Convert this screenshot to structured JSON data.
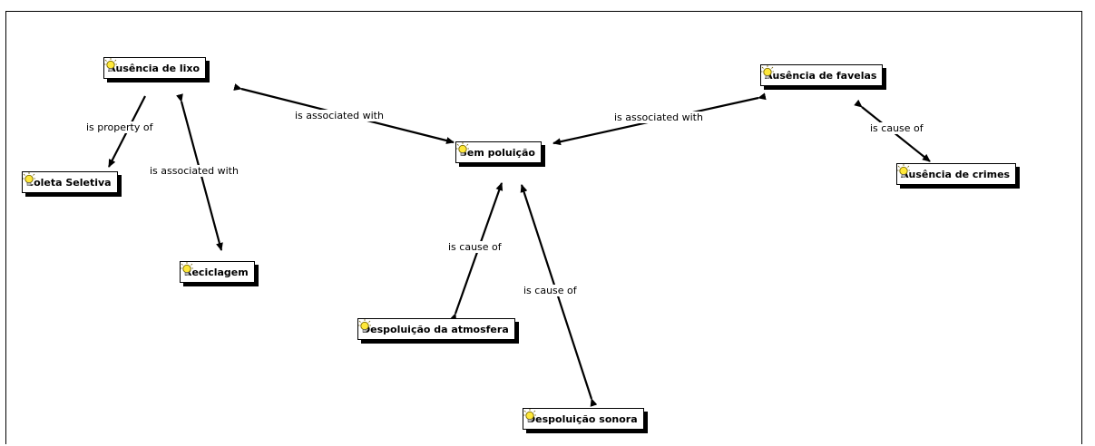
{
  "concepts": {
    "sem_poluicao": "Sem poluição",
    "ausencia_lixo": "Ausência de lixo",
    "ausencia_favelas": "Ausência de favelas",
    "coleta_seletiva": "Coleta Seletiva",
    "reciclagem": "Reciclagem",
    "ausencia_crimes": "Ausência de crimes",
    "despoluicao_atmosfera": "Despoluição da atmosfera",
    "despoluicao_sonora": "Despoluição sonora"
  },
  "links": {
    "lixo_sem": "is associated with",
    "favelas_sem": "is associated with",
    "lixo_coleta": "is property of",
    "lixo_reciclagem": "is associated with",
    "favelas_crimes": "is cause of",
    "atmosfera_sem": "is cause of",
    "sonora_sem": "is cause of"
  },
  "icon": "lightbulb-icon"
}
